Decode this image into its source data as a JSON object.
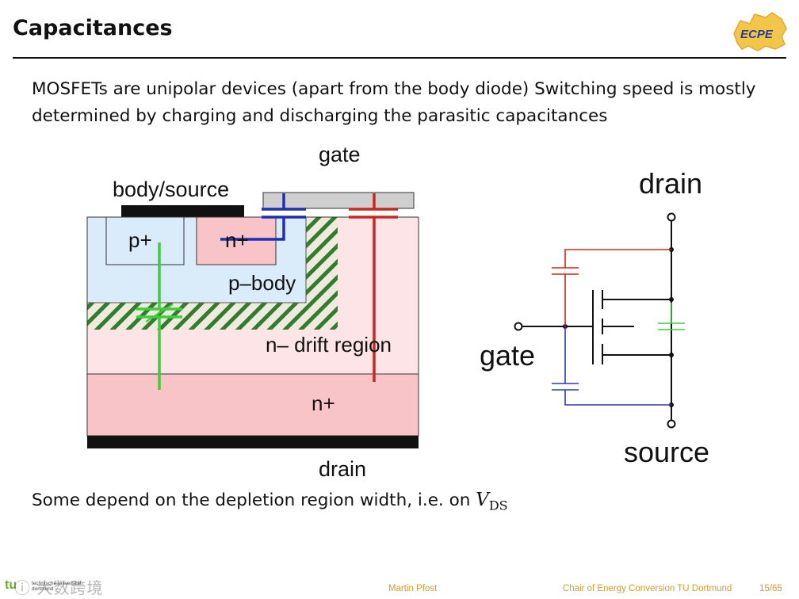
{
  "slide": {
    "title": "Capacitances",
    "intro": "MOSFETs are unipolar devices (apart from the body diode) Switching speed is mostly determined by charging and discharging the parasitic capacitances",
    "outro_text": "Some depend on the depletion region width, i.e. on ",
    "outro_math": "V",
    "outro_math_sub": "DS",
    "logo_text": "ECPE"
  },
  "cross_section": {
    "label_gate": "gate",
    "label_body_source": "body/source",
    "label_p_plus": "p+",
    "label_n_plus_top": "n+",
    "label_p_body": "p–body",
    "label_drift": "n– drift region",
    "label_n_plus_bottom": "n+",
    "label_drain": "drain",
    "colors": {
      "drift": "#fde4e6",
      "p_body": "#daecf9",
      "n_plus": "#f8c4c8",
      "metal": "#111111",
      "gate_oxide": "#cfcfcf",
      "hatch": "#2f7d2f",
      "cap_blue": "#1f2fb3",
      "cap_red": "#c8281e",
      "cap_green": "#3ccf3c"
    }
  },
  "schematic": {
    "label_drain": "drain",
    "label_gate": "gate",
    "label_source": "source"
  },
  "footer": {
    "institution": "technische universität dortmund",
    "author": "Martin Pfost",
    "chair": "Chair of Energy Conversion TU Dortmund",
    "page": "15/65",
    "watermark": "ⓘ 大数跨境"
  }
}
